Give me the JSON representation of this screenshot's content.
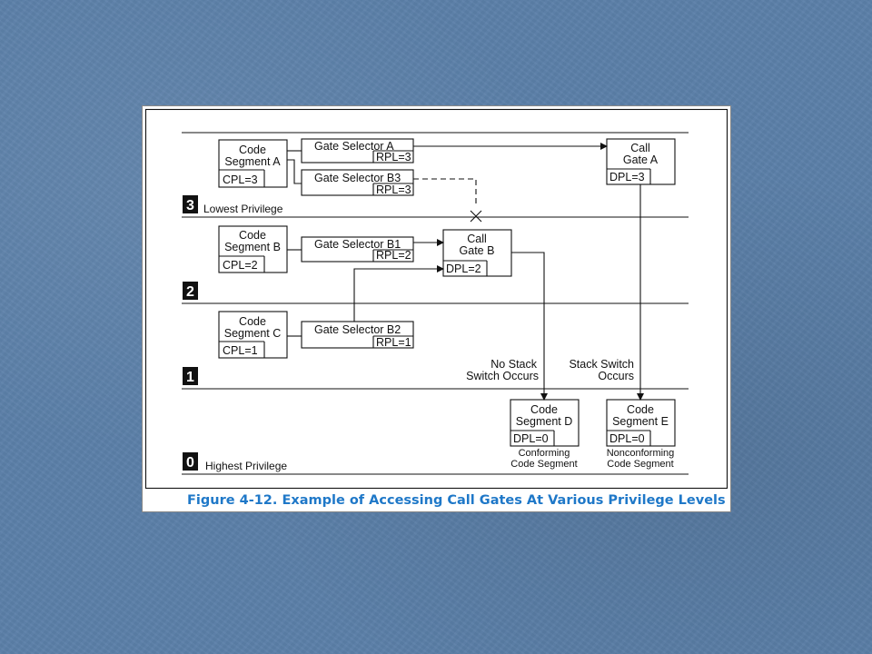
{
  "figure": {
    "caption": "Figure 4-12.  Example of Accessing Call Gates At Various Privilege Levels",
    "levels": [
      {
        "number": "3",
        "label": "Lowest Privilege"
      },
      {
        "number": "2",
        "label": ""
      },
      {
        "number": "1",
        "label": ""
      },
      {
        "number": "0",
        "label": "Highest Privilege"
      }
    ],
    "segment_a": {
      "line1": "Code",
      "line2": "Segment A",
      "field": "CPL=3"
    },
    "segment_b": {
      "line1": "Code",
      "line2": "Segment B",
      "field": "CPL=2"
    },
    "segment_c": {
      "line1": "Code",
      "line2": "Segment C",
      "field": "CPL=1"
    },
    "segment_d": {
      "line1": "Code",
      "line2": "Segment D",
      "field": "DPL=0",
      "note1": "Conforming",
      "note2": "Code Segment"
    },
    "segment_e": {
      "line1": "Code",
      "line2": "Segment E",
      "field": "DPL=0",
      "note1": "Nonconforming",
      "note2": "Code Segment"
    },
    "selector_a": {
      "name": "Gate Selector A",
      "rpl": "RPL=3"
    },
    "selector_b3": {
      "name": "Gate Selector B3",
      "rpl": "RPL=3"
    },
    "selector_b1": {
      "name": "Gate Selector B1",
      "rpl": "RPL=2"
    },
    "selector_b2": {
      "name": "Gate Selector B2",
      "rpl": "RPL=1"
    },
    "gate_a": {
      "line1": "Call",
      "line2": "Gate A",
      "field": "DPL=3"
    },
    "gate_b": {
      "line1": "Call",
      "line2": "Gate B",
      "field": "DPL=2"
    },
    "annotations": {
      "no_stack_1": "No Stack",
      "no_stack_2": "Switch Occurs",
      "stack_switch_1": "Stack Switch",
      "stack_switch_2": "Occurs"
    }
  }
}
